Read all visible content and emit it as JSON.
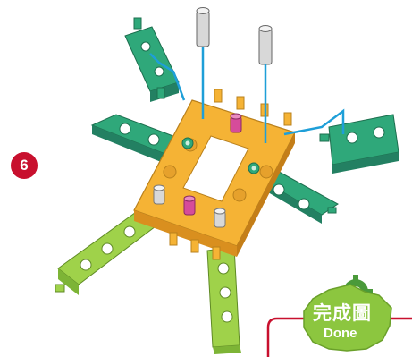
{
  "step": {
    "number": "6"
  },
  "done_badge": {
    "title_cn": "完成圖",
    "title_en": "Done"
  },
  "colors": {
    "step_badge": "#c8102e",
    "frame": "#f5b335",
    "dark_green": "#2fa87a",
    "light_green": "#9fd24a",
    "pin_gray": "#d8d8d8",
    "pin_pink": "#d64c9a",
    "guide_line": "#1e9fd8",
    "done_green": "#8cc63f",
    "done_red": "#c8102e"
  },
  "icons": [
    "gear-icon"
  ]
}
